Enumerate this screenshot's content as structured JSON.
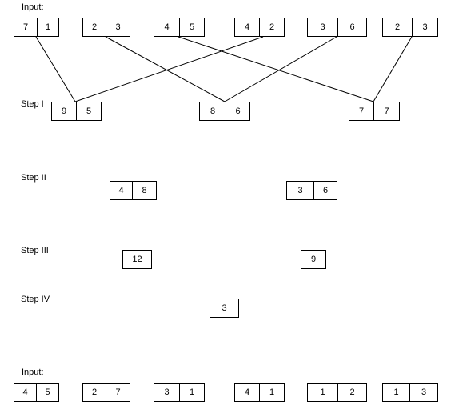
{
  "labels": {
    "input_top": "Input:",
    "step1": "Step I",
    "step2": "Step II",
    "step3": "Step III",
    "step4": "Step IV",
    "input_bottom": "Input:"
  },
  "input_top": [
    [
      "7",
      "1"
    ],
    [
      "2",
      "3"
    ],
    [
      "4",
      "5"
    ],
    [
      "4",
      "2"
    ],
    [
      "3",
      "6"
    ],
    [
      "2",
      "3"
    ]
  ],
  "step1": [
    [
      "9",
      "5"
    ],
    [
      "8",
      "6"
    ],
    [
      "7",
      "7"
    ]
  ],
  "step2": [
    [
      "4",
      "8"
    ],
    [
      "3",
      "6"
    ]
  ],
  "step3": [
    [
      "12"
    ],
    [
      "9"
    ]
  ],
  "step4": [
    [
      "3"
    ]
  ],
  "input_bottom": [
    [
      "4",
      "5"
    ],
    [
      "2",
      "7"
    ],
    [
      "3",
      "1"
    ],
    [
      "4",
      "1"
    ],
    [
      "1",
      "2"
    ],
    [
      "1",
      "3"
    ]
  ]
}
